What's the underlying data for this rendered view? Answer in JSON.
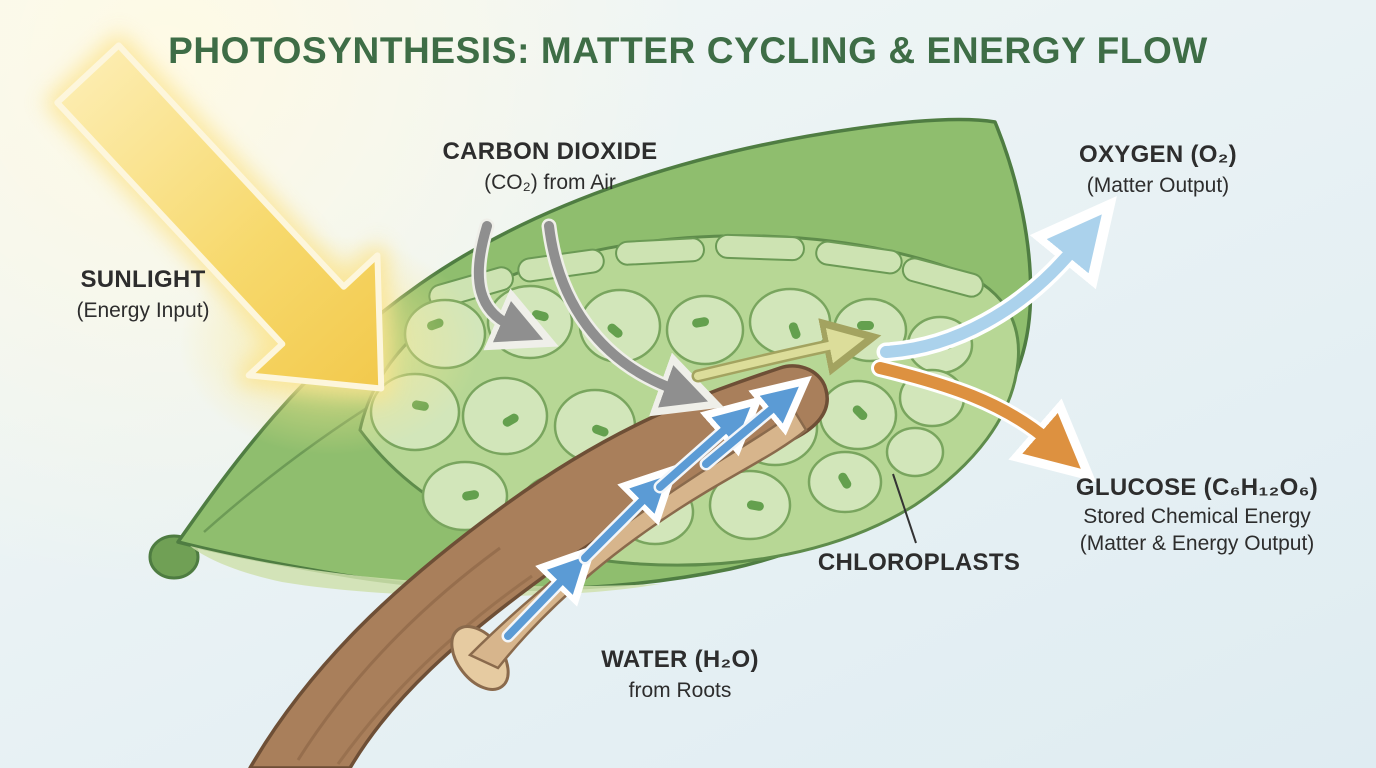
{
  "title": "PHOTOSYNTHESIS: MATTER CYCLING & ENERGY FLOW",
  "labels": {
    "sunlight": {
      "name": "SUNLIGHT",
      "sub": "(Energy Input)"
    },
    "carbon_dioxide": {
      "name": "CARBON DIOXIDE",
      "sub": "(CO₂) from Air"
    },
    "oxygen": {
      "name": "OXYGEN (O₂)",
      "sub": "(Matter Output)"
    },
    "glucose": {
      "name": "GLUCOSE (C₆H₁₂O₆)",
      "sub1": "Stored Chemical Energy",
      "sub2": "(Matter & Energy Output)"
    },
    "chloroplasts": {
      "name": "CHLOROPLASTS"
    },
    "water": {
      "name": "WATER (H₂O)",
      "sub": "from Roots"
    }
  },
  "colors": {
    "title_green": "#3e6d46",
    "sunlight_yellow": "#f5cf5a",
    "co2_arrow_gray": "#8f8f8f",
    "oxygen_arrow_blue": "#abd2ec",
    "glucose_arrow_orange": "#dd9140",
    "water_arrow_blue": "#5b9bd5",
    "reaction_arrow_olive": "#dcdd9a",
    "leaf_green": "#8fbe6e",
    "cell_green": "#d2e6ba",
    "chloroplast_green": "#64a04e",
    "stem_brown": "#a97f5b",
    "text_dark": "#2d2d2d"
  }
}
